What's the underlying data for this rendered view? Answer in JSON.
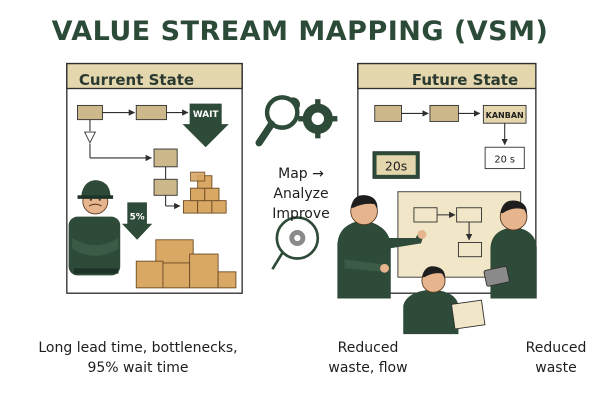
{
  "title": "VALUE STREAM MAPPING (VSM)",
  "current": {
    "heading": "Current State",
    "wait_label": "WAIT",
    "percent_label": "5%",
    "caption_line1": "Long lead time, bottlenecks,",
    "caption_line2": "95% wait time"
  },
  "middle": {
    "line1": "Map →",
    "line2": "Analyze",
    "line3": "Improve"
  },
  "future": {
    "heading": "Future State",
    "kanban_label": "KANBAN",
    "timer_label": "20s",
    "box_label": "20 s",
    "caption_left_line1": "Reduced",
    "caption_left_line2": "waste, flow",
    "caption_right_line1": "Reduced",
    "caption_right_line2": "waste"
  },
  "colors": {
    "title": "#2c4a38",
    "panel_header": "#e4d6ad",
    "process_box": "#cdb88b",
    "dark_green": "#2e4a38",
    "cardboard": "#d9a865",
    "board": "#f2e6c8"
  }
}
